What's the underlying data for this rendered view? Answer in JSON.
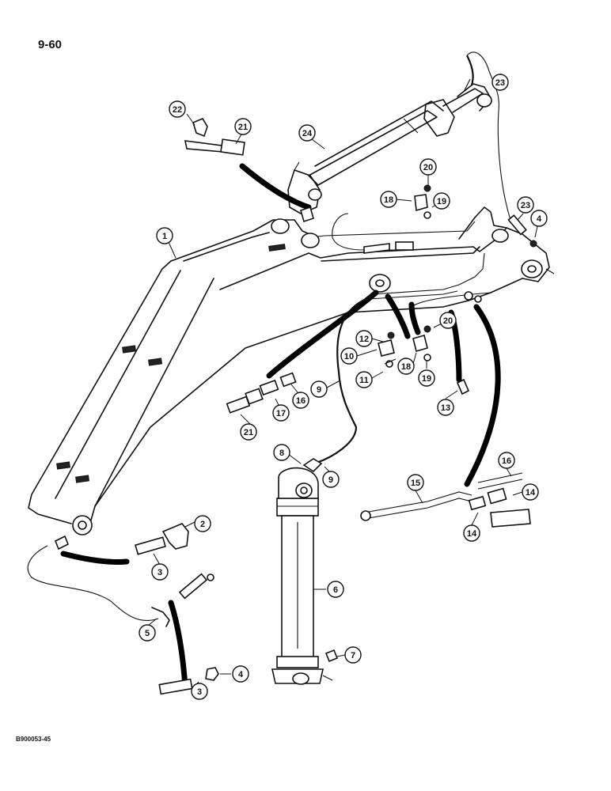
{
  "page_number": "9-60",
  "drawing_code": "B900053-45",
  "callouts": [
    "1",
    "2",
    "3",
    "3",
    "4",
    "4",
    "5",
    "6",
    "7",
    "8",
    "9",
    "9",
    "10",
    "11",
    "12",
    "13",
    "14",
    "14",
    "15",
    "16",
    "16",
    "17",
    "18",
    "18",
    "19",
    "19",
    "20",
    "20",
    "21",
    "21",
    "22",
    "23",
    "23",
    "24"
  ]
}
